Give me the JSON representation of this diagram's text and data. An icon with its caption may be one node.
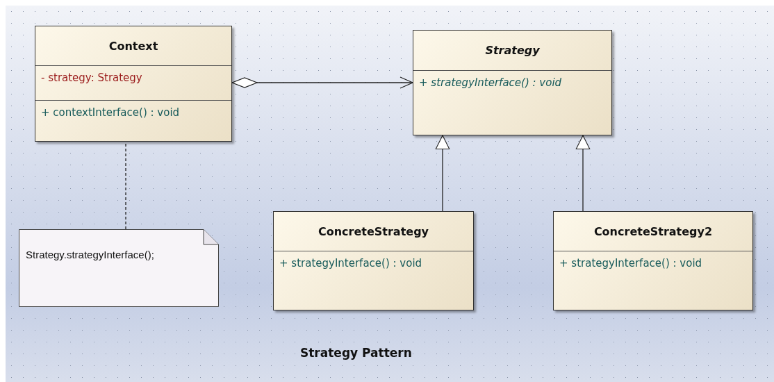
{
  "diagram": {
    "title": "Strategy Pattern",
    "nodes": [
      {
        "text": [
          "Context",
          "- strategy: Strategy",
          "+ contextInterface() : void"
        ]
      },
      {
        "text": [
          "Strategy",
          "+ strategyInterface() : void"
        ]
      },
      {
        "text": [
          "ConcreteStrategy",
          "+ strategyInterface() : void"
        ]
      },
      {
        "text": [
          "ConcreteStrategy2",
          "+ strategyInterface() : void"
        ]
      },
      {
        "text": [
          "Strategy.strategyInterface();"
        ]
      }
    ],
    "edges": [
      {
        "from": 0,
        "to": 1,
        "arrow": "to"
      },
      {
        "from": 2,
        "to": 1,
        "arrow": "to"
      },
      {
        "from": 3,
        "to": 1,
        "arrow": "to"
      },
      {
        "from": 4,
        "to": 0,
        "arrow": "none",
        "style": "dashed"
      }
    ]
  }
}
